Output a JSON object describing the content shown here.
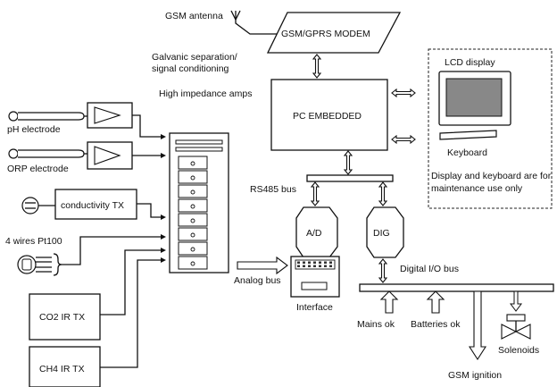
{
  "labels": {
    "gsm_antenna": "GSM antenna",
    "modem": "GSM/GPRS MODEM",
    "galvanic_1": "Galvanic separation/",
    "galvanic_2": "signal conditioning",
    "high_impedance": "High impedance amps",
    "pc_embedded": "PC EMBEDDED",
    "lcd_display": "LCD display",
    "keyboard": "Keyboard",
    "maintenance_1": "Display and keyboard are for",
    "maintenance_2": "maintenance use only",
    "ph_electrode": "pH electrode",
    "orp_electrode": "ORP electrode",
    "conductivity_tx": "conductivity TX",
    "pt100": "4 wires Pt100",
    "co2": "CO2 IR TX",
    "ch4": "CH4 IR TX",
    "rs485": "RS485 bus",
    "ad": "A/D",
    "dig": "DIG",
    "digital_io": "Digital I/O bus",
    "analog_bus": "Analog bus",
    "interface": "Interface",
    "mains_ok": "Mains ok",
    "batteries_ok": "Batteries ok",
    "gsm_ignition": "GSM ignition",
    "solenoids": "Solenoids"
  }
}
